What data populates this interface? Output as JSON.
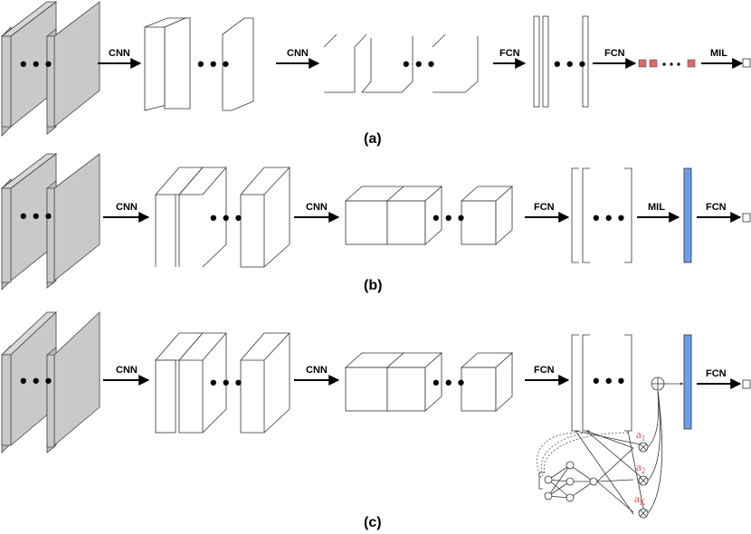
{
  "labels": {
    "cnn": "CNN",
    "fcn": "FCN",
    "mil": "MIL"
  },
  "captions": {
    "a": "(a)",
    "b": "(b)",
    "c": "(c)"
  },
  "attention": {
    "letter": "a",
    "sub1": "1",
    "sub2": "2",
    "subK": "K"
  },
  "ellipsis": "• • •",
  "colors": {
    "instance_box": "#e06666",
    "bag_vector": "#6d9eeb",
    "attention_text": "#d9534f",
    "input_gray": "#c9c9c9"
  }
}
